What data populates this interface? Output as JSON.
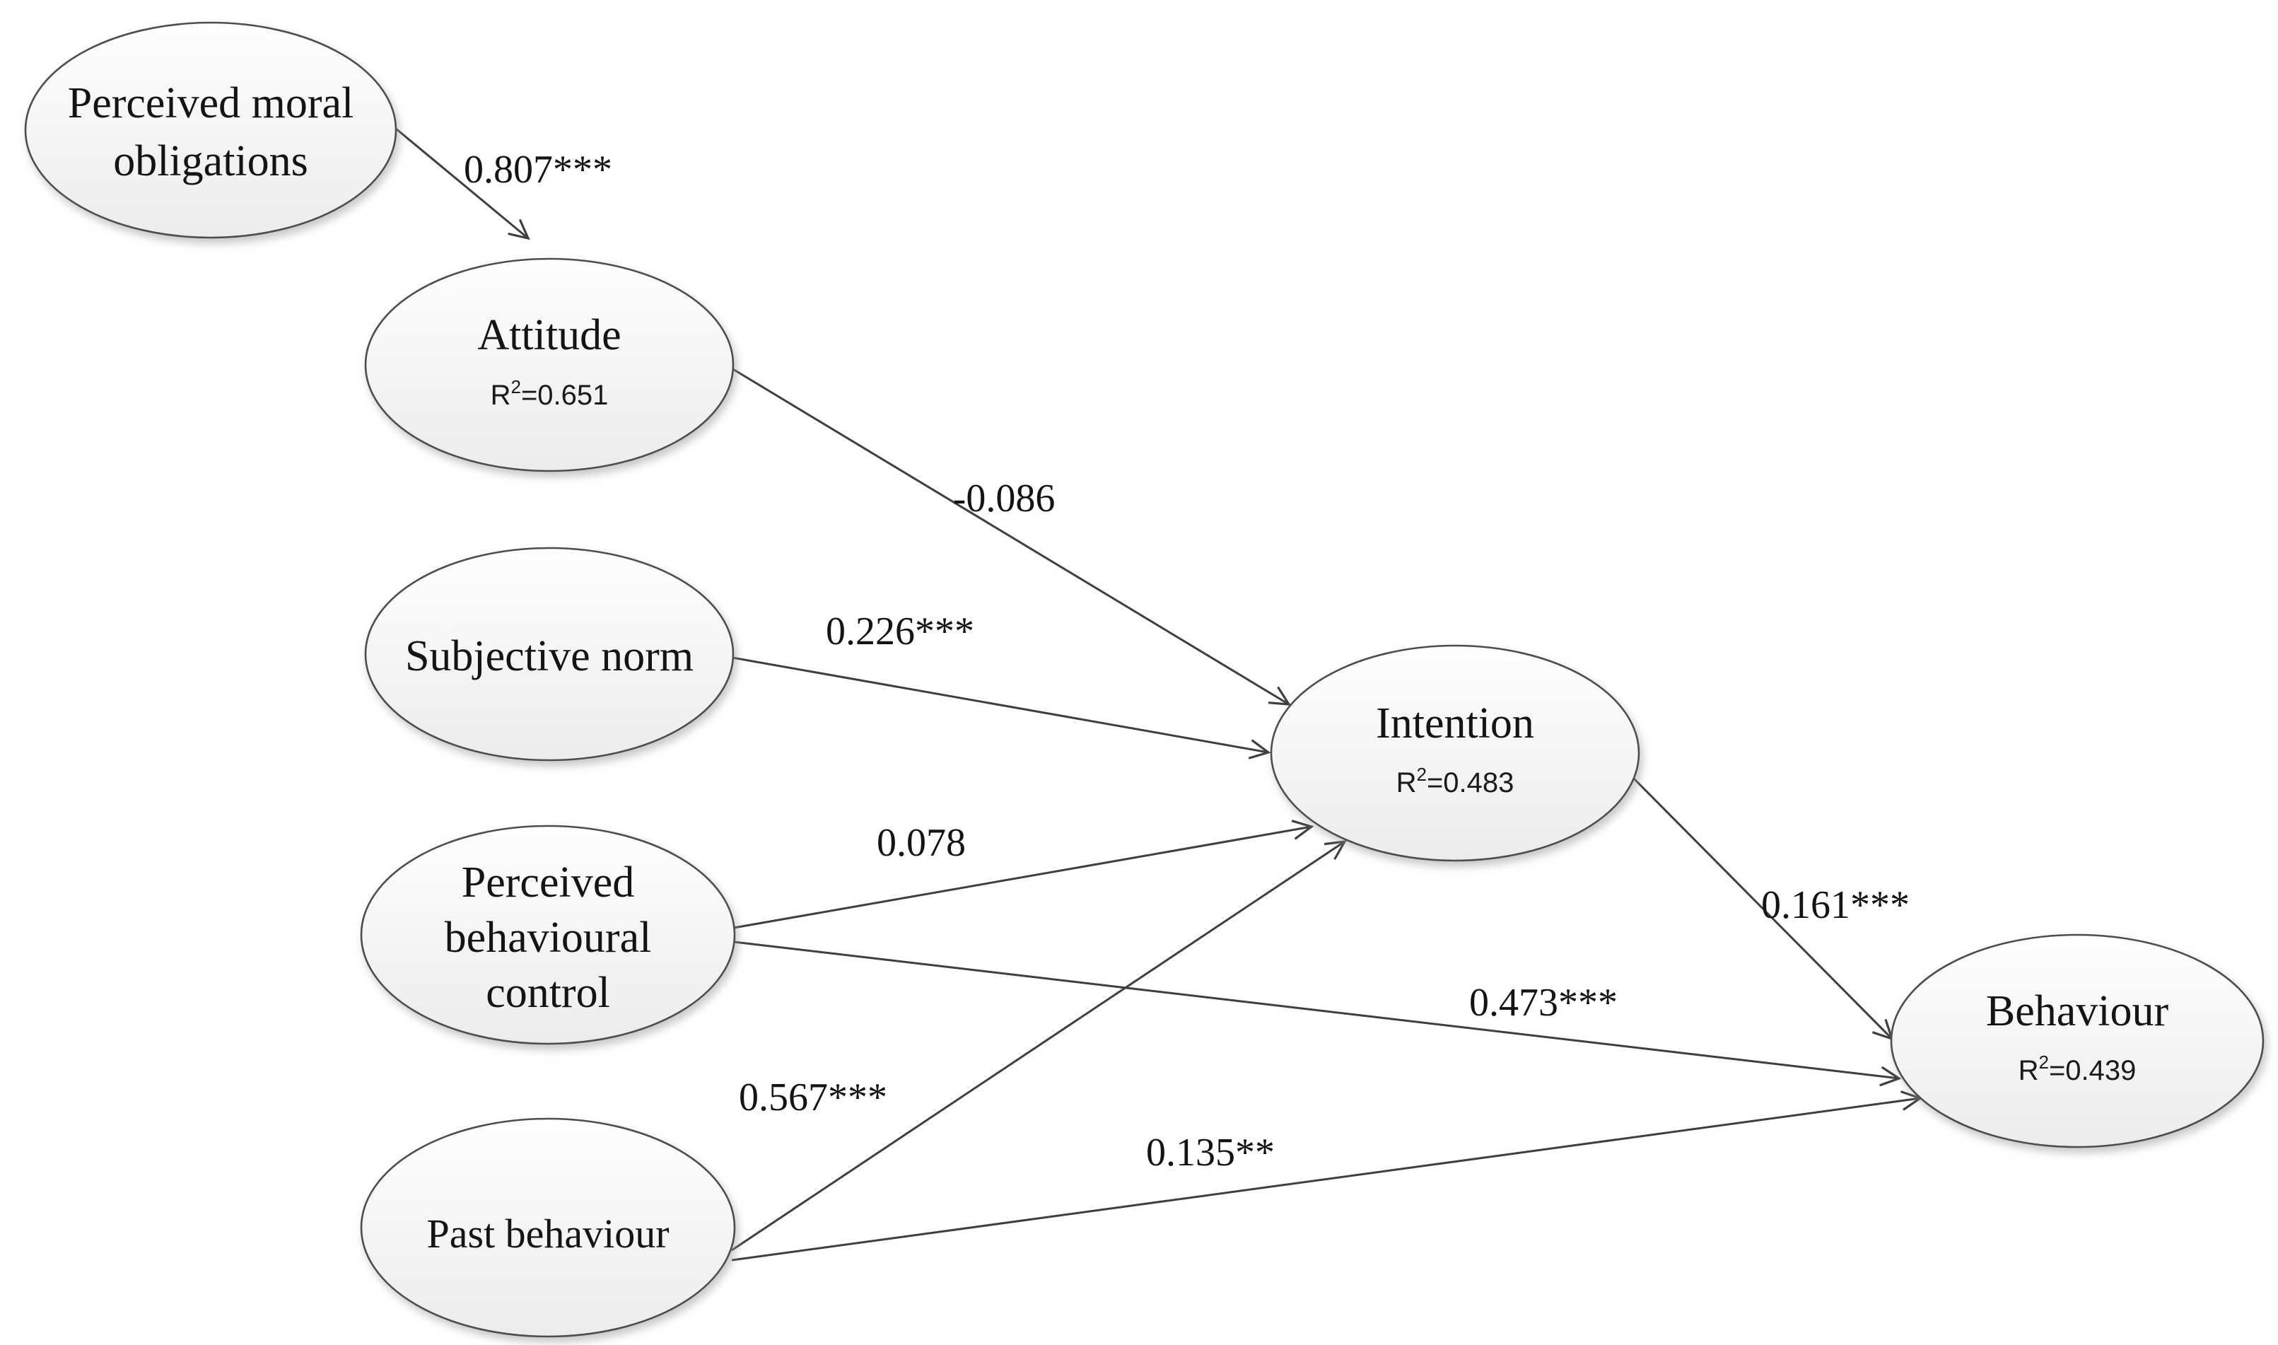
{
  "figure": {
    "type": "path-diagram",
    "background_color": "#ffffff",
    "line_color": "#3f3f3f",
    "node_stroke_color": "#4d4d4d",
    "node_fill_top": "#fefefe",
    "node_fill_bottom": "#ececec",
    "shadow_color": "#9a9a9a",
    "text_color": "#141414",
    "nodes": {
      "perceived_moral_obligations": {
        "lines": [
          "Perceived moral",
          "obligations"
        ]
      },
      "attitude": {
        "label": "Attitude",
        "r2_base": "R",
        "r2_sup": "2",
        "r2_rest": "=0.651",
        "r2_value": "0.651"
      },
      "subjective_norm": {
        "label": "Subjective norm"
      },
      "perceived_behavioural_control": {
        "lines": [
          "Perceived",
          "behavioural",
          "control"
        ]
      },
      "past_behaviour": {
        "label": "Past behaviour"
      },
      "intention": {
        "label": "Intention",
        "r2_base": "R",
        "r2_sup": "2",
        "r2_rest": "=0.483",
        "r2_value": "0.483"
      },
      "behaviour": {
        "label": "Behaviour",
        "r2_base": "R",
        "r2_sup": "2",
        "r2_rest": "=0.439",
        "r2_value": "0.439"
      }
    },
    "edges": {
      "pmo_to_attitude": {
        "from": "perceived_moral_obligations",
        "to": "attitude",
        "label": "0.807***"
      },
      "attitude_to_intention": {
        "from": "attitude",
        "to": "intention",
        "label": "-0.086"
      },
      "subjective_norm_to_intention": {
        "from": "subjective_norm",
        "to": "intention",
        "label": "0.226***"
      },
      "pbc_to_intention": {
        "from": "perceived_behavioural_control",
        "to": "intention",
        "label": "0.078"
      },
      "past_behaviour_to_intention": {
        "from": "past_behaviour",
        "to": "intention",
        "label": "0.567***"
      },
      "pbc_to_behaviour": {
        "from": "perceived_behavioural_control",
        "to": "behaviour",
        "label": "0.473***"
      },
      "past_behaviour_to_behaviour": {
        "from": "past_behaviour",
        "to": "behaviour",
        "label": "0.135**"
      },
      "intention_to_behaviour": {
        "from": "intention",
        "to": "behaviour",
        "label": "0.161***"
      }
    }
  }
}
